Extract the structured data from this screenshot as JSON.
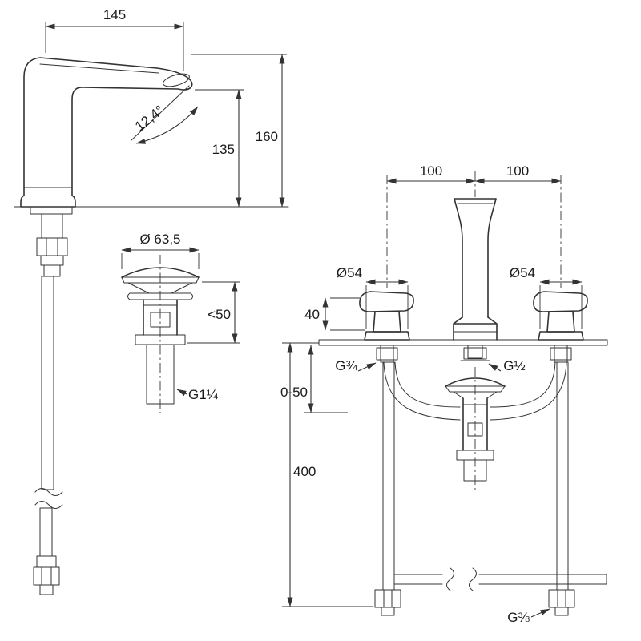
{
  "drawing": {
    "background_color": "#ffffff",
    "line_color": "#333333",
    "faucet_side_view": {
      "dim_spout_reach": "145",
      "dim_total_height": "160",
      "dim_outlet_height": "135",
      "outlet_angle": "12,4°"
    },
    "waste_detail_view": {
      "dim_cap_diameter": "Ø 63,5",
      "dim_max_deck": "<50",
      "thread_size": "G1¼"
    },
    "mixer_front_view": {
      "dim_spacing_left": "100",
      "dim_spacing_right": "100",
      "dim_handle_left_diameter": "Ø54",
      "dim_handle_right_diameter": "Ø54",
      "dim_body_height": "40",
      "thread_left_valve": "G¾",
      "thread_center": "G½",
      "dim_deck_thickness": "0-50",
      "dim_hose_length": "400",
      "thread_hose": "G⅜"
    }
  }
}
